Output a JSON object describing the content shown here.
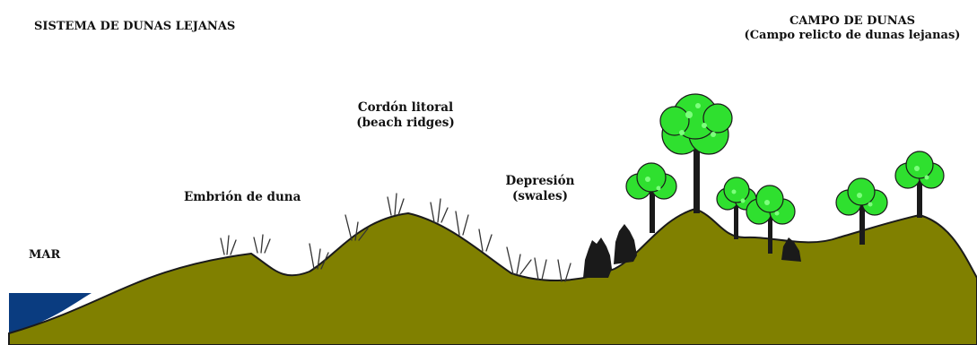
{
  "labels": {
    "title_left": "SISTEMA DE DUNAS LEJANAS",
    "title_right_line1": "CAMPO DE DUNAS",
    "title_right_line2": "(Campo relicto de dunas lejanas)",
    "cordon_line1": "Cordón litoral",
    "cordon_line2": "(beach ridges)",
    "embrion": "Embrión de duna",
    "depresion_line1": "Depresión",
    "depresion_line2": "(swales)",
    "mar": "MAR"
  },
  "colors": {
    "ground": "#808000",
    "sea": "#0a3c80",
    "outline": "#1a1a1a",
    "canopy": "#2fe02f",
    "canopy_light": "#7dff7d",
    "shrub": "#1a1a1a"
  }
}
